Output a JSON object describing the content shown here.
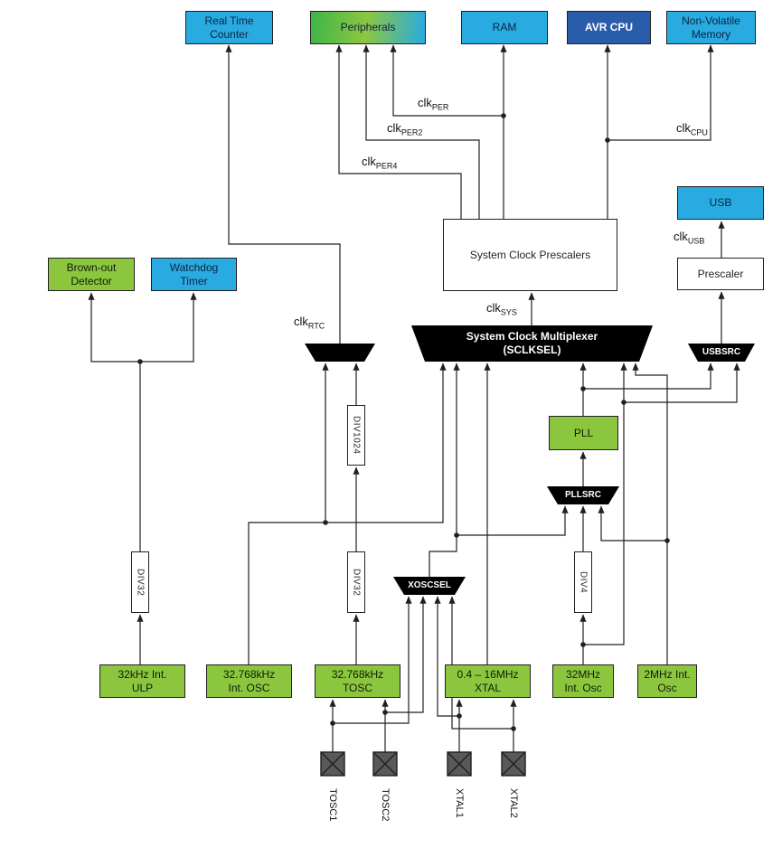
{
  "colors": {
    "cyan": "#29abe2",
    "green": "#8cc63f",
    "cpu_blue": "#2a5da9",
    "mux_black": "#000000",
    "pin_gray": "#58595b"
  },
  "boxes": {
    "real_time_counter": "Real Time Counter",
    "peripherals": "Peripherals",
    "ram": "RAM",
    "avr_cpu": "AVR CPU",
    "non_volatile_memory": "Non-Volatile Memory",
    "usb": "USB",
    "usb_prescaler": "Prescaler",
    "system_clock_prescalers": "System Clock Prescalers",
    "brown_out_detector": "Brown-out Detector",
    "watchdog_timer": "Watchdog Timer",
    "pll": "PLL",
    "div32_left": "DIV32",
    "div32_mid": "DIV32",
    "div1024": "DIV1024",
    "div4": "DIV4",
    "osc_32k_ulp": "32kHz Int. ULP",
    "osc_32768_int": "32.768kHz Int. OSC",
    "osc_32768_tosc": "32.768kHz TOSC",
    "osc_xtal": "0.4 – 16MHz XTAL",
    "osc_32m": "32MHz Int. Osc",
    "osc_2m": "2MHz Int. Osc"
  },
  "muxes": {
    "sclksel_line1": "System Clock Multiplexer",
    "sclksel_line2": "(SCLKSEL)",
    "usbsrc": "USBSRC",
    "pllsrc": "PLLSRC",
    "xoscsel": "XOSCSEL"
  },
  "clock_labels": {
    "clk_per": {
      "base": "clk",
      "sub": "PER"
    },
    "clk_per2": {
      "base": "clk",
      "sub": "PER2"
    },
    "clk_per4": {
      "base": "clk",
      "sub": "PER4"
    },
    "clk_cpu": {
      "base": "clk",
      "sub": "CPU"
    },
    "clk_usb": {
      "base": "clk",
      "sub": "USB"
    },
    "clk_rtc": {
      "base": "clk",
      "sub": "RTC"
    },
    "clk_sys": {
      "base": "clk",
      "sub": "SYS"
    }
  },
  "pins": {
    "tosc1": "TOSC1",
    "tosc2": "TOSC2",
    "xtal1": "XTAL1",
    "xtal2": "XTAL2"
  }
}
